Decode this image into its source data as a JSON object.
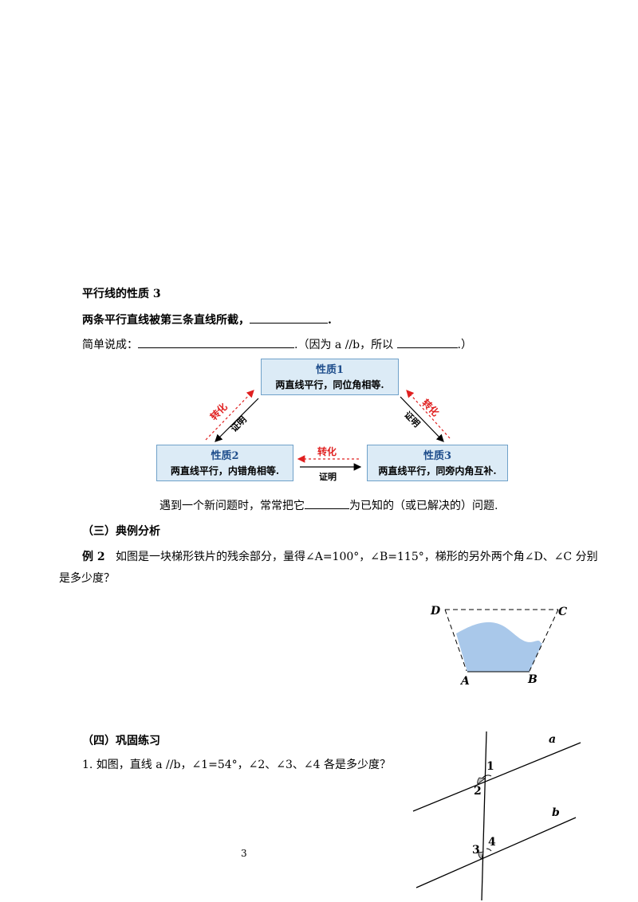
{
  "property3": {
    "heading": "平行线的性质 3",
    "statement_prefix": "两条平行直线被第三条直线所截，",
    "statement_end": ".",
    "explain_prefix": "简单说成：",
    "explain_mid": ".（因为 a //b，所以",
    "explain_end": ".）"
  },
  "diagram": {
    "box1": {
      "title": "性质1",
      "desc": "两直线平行，同位角相等."
    },
    "box2": {
      "title": "性质2",
      "desc": "两直线平行，内错角相等."
    },
    "box3": {
      "title": "性质3",
      "desc": "两直线平行，同旁内角互补."
    },
    "left_transform": "转化",
    "left_prove": "证明",
    "right_transform": "转化",
    "right_prove": "证明",
    "bottom_transform": "转化",
    "bottom_prove": "证明"
  },
  "conclusion": {
    "prefix": "遇到一个新问题时，常常把它",
    "suffix": "为已知的（或已解决的）问题."
  },
  "section3": {
    "heading": "（三）典例分析"
  },
  "example2": {
    "label": "例 2",
    "line1": "如图是一块梯形铁片的残余部分，量得∠A=100°，∠B=115°，梯形的另外两个角∠D、∠C 分别",
    "line2": "是多少度？"
  },
  "figure1": {
    "D": "D",
    "C": "C",
    "A": "A",
    "B": "B",
    "fill_color": "#a9c8ea"
  },
  "section4": {
    "heading": "（四）巩固练习"
  },
  "exercise1": {
    "text": "1. 如图，直线 a //b，∠1=54°，∠2、∠3、∠4 各是多少度？"
  },
  "figure2": {
    "a": "a",
    "b": "b",
    "n1": "1",
    "n2": "2",
    "n3": "3",
    "n4": "4"
  },
  "page_number": "3"
}
